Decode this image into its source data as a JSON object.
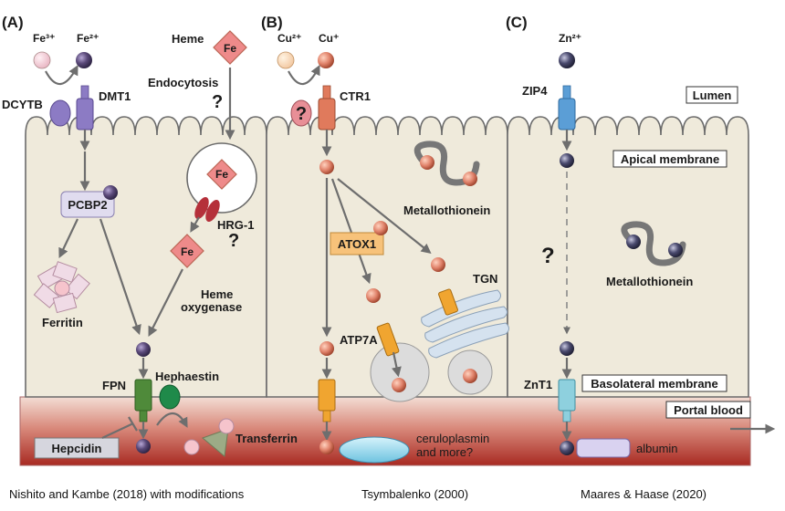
{
  "panels": {
    "a": {
      "tag": "(A)",
      "ions": {
        "fe3": "Fe³⁺",
        "fe2": "Fe²⁺"
      },
      "heme": "Heme",
      "fe": "Fe",
      "endocytosis": "Endocytosis",
      "dcytb": "DCYTB",
      "dmt1": "DMT1",
      "pcbp2": "PCBP2",
      "hrg1": "HRG-1",
      "ferritin": "Ferritin",
      "heme_oxygenase": [
        "Heme",
        "oxygenase"
      ],
      "fpn": "FPN",
      "hephaestin": "Hephaestin",
      "hepcidin": "Hepcidin",
      "transferrin": "Transferrin",
      "q1": "?",
      "q2": "?",
      "caption": "Nishito and Kambe (2018) with modifications"
    },
    "b": {
      "tag": "(B)",
      "ions": {
        "cu2": "Cu²⁺",
        "cu1": "Cu⁺"
      },
      "q": "?",
      "ctr1": "CTR1",
      "metallothionein": "Metallothionein",
      "atox1": "ATOX1",
      "tgn": "TGN",
      "atp7a": "ATP7A",
      "ceruloplasmin": [
        "ceruloplasmin",
        "and more?"
      ],
      "caption": "Tsymbalenko (2000)"
    },
    "c": {
      "tag": "(C)",
      "ion": "Zn²⁺",
      "zip4": "ZIP4",
      "q": "?",
      "metallothionein": "Metallothionein",
      "znt1": "ZnT1",
      "albumin": "albumin",
      "caption": "Maares & Haase (2020)"
    }
  },
  "boxes": {
    "lumen": "Lumen",
    "apical": "Apical membrane",
    "basolateral": "Basolateral membrane",
    "portal": "Portal blood"
  },
  "colors": {
    "cell_fill": "#efeadb",
    "cell_stroke": "#6b6b6b",
    "blood_top": "#f1d8cf",
    "blood_bottom": "#b4332a",
    "iron_ion": "#5b4a7a",
    "copper_ion": "#e0826a",
    "zinc_ion": "#4a4a6e",
    "heme_diamond": "#ee8a8a",
    "dmt1": "#8c7bc4",
    "ctr1": "#e07a5c",
    "zip4": "#5b9ed6",
    "znt1": "#8ed0de",
    "fpn": "#4f8a3a",
    "hephaestin": "#1f8a4a",
    "atp7a": "#f0a530",
    "atox1_box": "#f7c27a",
    "pcbp2_box": "#e0dcef"
  }
}
